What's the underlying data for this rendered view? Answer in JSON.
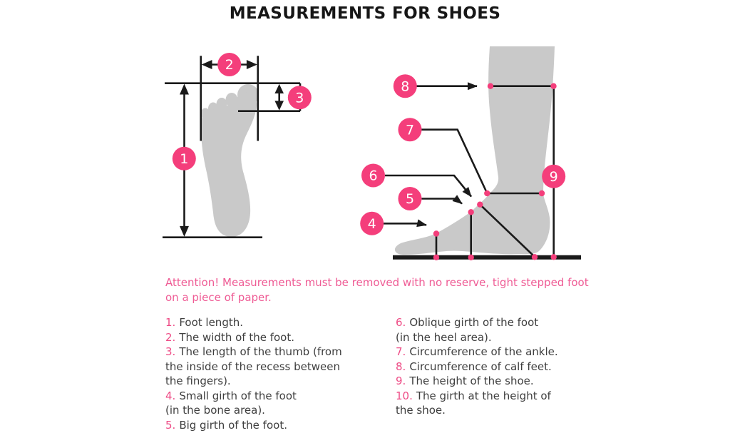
{
  "title": "MEASUREMENTS FOR SHOES",
  "colors": {
    "accent_pink": "#F43E7B",
    "attention_pink": "#EF5C95",
    "legend_number_pink": "#EE4C86",
    "silhouette_gray": "#C9C9C9",
    "line_black": "#1A1A1A",
    "text_dark": "#3E3E3E"
  },
  "badges": [
    "1",
    "2",
    "3",
    "4",
    "5",
    "6",
    "7",
    "8",
    "9"
  ],
  "attention": "Attention! Measurements must be removed with no reserve, tight stepped foot\non a piece of paper.",
  "legend": {
    "left": [
      {
        "num": "1.",
        "text": "Foot length."
      },
      {
        "num": "2.",
        "text": "The width of the foot."
      },
      {
        "num": "3.",
        "text": "The length of the thumb (from\nthe inside of the recess between\nthe fingers)."
      },
      {
        "num": "4.",
        "text": "Small girth of the foot\n(in the bone area)."
      },
      {
        "num": "5.",
        "text": "Big girth of the foot."
      }
    ],
    "right": [
      {
        "num": "6.",
        "text": "Oblique girth of the foot\n(in the heel area)."
      },
      {
        "num": "7.",
        "text": "Circumference of the ankle."
      },
      {
        "num": "8.",
        "text": "Circumference of calf feet."
      },
      {
        "num": "9.",
        "text": "The height of the shoe."
      },
      {
        "num": "10.",
        "text": "The girth at the height of\nthe shoe."
      }
    ]
  }
}
